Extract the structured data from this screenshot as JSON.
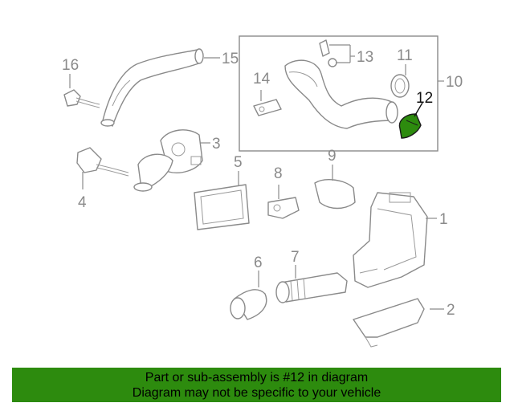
{
  "callouts": {
    "c1": "1",
    "c2": "2",
    "c3": "3",
    "c4": "4",
    "c5": "5",
    "c6": "6",
    "c7": "7",
    "c8": "8",
    "c9": "9",
    "c10": "10",
    "c11": "11",
    "c12": "12",
    "c13": "13",
    "c14": "14",
    "c15": "15",
    "c16": "16"
  },
  "highlight": {
    "part": "12",
    "color": "#2d8b0e"
  },
  "footer": {
    "line1": "Part or sub-assembly is #12 in diagram",
    "line2": "Diagram may not be specific to your vehicle",
    "background": "#2d8b0e"
  }
}
